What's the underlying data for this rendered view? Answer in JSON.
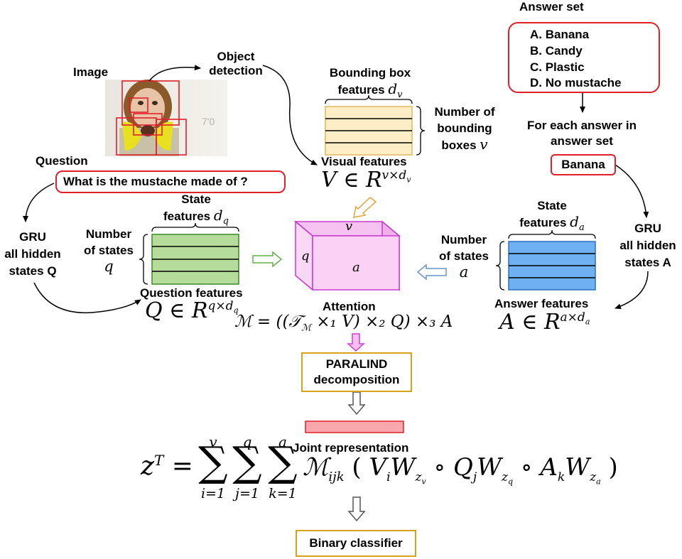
{
  "image_label": "Image",
  "object_detection": [
    "Object",
    "detection"
  ],
  "bbox_features": {
    "line1": "Bounding box",
    "line2": "features",
    "var": "d",
    "sub": "v"
  },
  "num_bboxes": {
    "line1": "Number of",
    "line2": "bounding",
    "line3": "boxes",
    "var": "v"
  },
  "visual_features": {
    "label": "Visual features",
    "formula": "V ∈ R",
    "exp": "v×d",
    "exp_sub": "v"
  },
  "question": {
    "title": "Question",
    "text": "What is the mustache made of ?"
  },
  "answer_set": {
    "title": "Answer set",
    "items": [
      "A. Banana",
      "B. Candy",
      "C. Plastic",
      "D. No mustache"
    ]
  },
  "for_each": [
    "For each answer in",
    "answer set"
  ],
  "selected_answer": "Banana",
  "gru_q": [
    "GRU",
    "all hidden",
    "states Q"
  ],
  "gru_a": [
    "GRU",
    "all hidden",
    "states A"
  ],
  "q_state": {
    "line1": "State",
    "line2": "features",
    "var": "d",
    "sub": "q"
  },
  "q_num": {
    "line1": "Number",
    "line2": "of states",
    "var": "q"
  },
  "question_features": {
    "label": "Question features",
    "formula": "Q ∈ R",
    "exp": "q×d",
    "exp_sub": "q"
  },
  "a_state": {
    "line1": "State",
    "line2": "features",
    "var": "d",
    "sub": "a"
  },
  "a_num": {
    "line1": "Number",
    "line2": "of states",
    "var": "a"
  },
  "answer_features": {
    "label": "Answer features",
    "formula": "A ∈ R",
    "exp": "a×d",
    "exp_sub": "a"
  },
  "cube": {
    "top": "v",
    "left": "q",
    "front": "a"
  },
  "attention": {
    "label": "Attention",
    "formula": "ℳ = ((𝒯",
    "formula_sub": "ℳ",
    "formula_rest": "×₁ V) ×₂ Q) ×₃ A"
  },
  "paralind": [
    "PARALIND",
    "decomposition"
  ],
  "joint": "Joint representation",
  "z_formula": {
    "lhs": "z",
    "lhs_sup": "T",
    "sums": [
      {
        "upper": "v",
        "lower": "i=1"
      },
      {
        "upper": "q",
        "lower": "j=1"
      },
      {
        "upper": "a",
        "lower": "k=1"
      }
    ],
    "body": "ℳ",
    "body_sub": "ijk",
    "terms": [
      {
        "base": "V",
        "sub": "i",
        "w": "W",
        "wsub": "z",
        "wsubsub": "v"
      },
      {
        "base": "Q",
        "sub": "j",
        "w": "W",
        "wsub": "z",
        "wsubsub": "q"
      },
      {
        "base": "A",
        "sub": "k",
        "w": "W",
        "wsub": "z",
        "wsubsub": "a"
      }
    ]
  },
  "binary_classifier": "Binary classifier",
  "colors": {
    "bbox_fill": "#fdeec8",
    "bbox_border": "#e2b85a",
    "q_fill": "#b5dc9a",
    "q_border": "#3f8a2a",
    "a_fill": "#6fb0f2",
    "a_border": "#2f6fc0",
    "cube_fill": "#fbd2f6",
    "cube_border": "#c93ad0",
    "red": "#e0202a",
    "gold": "#d6a21a"
  }
}
